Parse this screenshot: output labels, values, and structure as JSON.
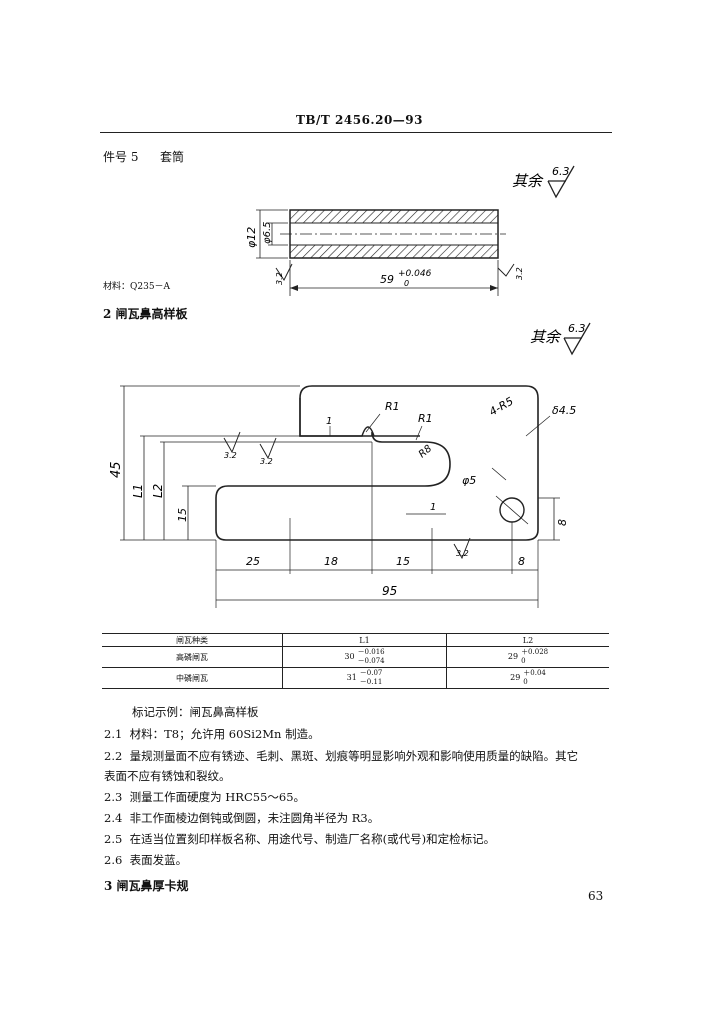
{
  "header": {
    "standard_code": "TB/T 2456.20—93"
  },
  "part5": {
    "part_no": "件号 5",
    "part_name": "套筒",
    "surface_note": "其余",
    "roughness_main": "6.3",
    "material": "材料：Q235－A",
    "dims": {
      "outer_dia": "φ12",
      "inner_dia": "φ6.5",
      "length": "59",
      "length_tol": "+0.046",
      "length_tol_low": "0",
      "end_roughness": "3.2"
    }
  },
  "section2": {
    "title": "2  闸瓦鼻高样板",
    "surface_note": "其余",
    "roughness_main": "6.3",
    "dims": {
      "r_corner": "4-R5",
      "thickness": "δ4.5",
      "r1a": "R1",
      "r1b": "R1",
      "r8": "R8",
      "hole": "φ5",
      "one_a": "1",
      "one_b": "1",
      "h45": "45",
      "l1": "L1",
      "l2": "L2",
      "h15": "15",
      "h8": "8",
      "w25": "25",
      "w18": "18",
      "w15": "15",
      "w8": "8",
      "w95": "95",
      "ra1": "3.2",
      "ra2": "3.2",
      "ra3": "3.2"
    },
    "table": {
      "headers": [
        "闸瓦种类",
        "L1",
        "L2"
      ],
      "rows": [
        {
          "type": "高磷闸瓦",
          "l1_base": "30",
          "l1_up": "－0.016",
          "l1_low": "－0.074",
          "l2_base": "29",
          "l2_up": "＋0.028",
          "l2_low": "0"
        },
        {
          "type": "中磷闸瓦",
          "l1_base": "31",
          "l1_up": "－0.07",
          "l1_low": "－0.11",
          "l2_base": "29",
          "l2_up": "＋0.04",
          "l2_low": "0"
        }
      ]
    },
    "marking_example": "标记示例：闸瓦鼻高样板",
    "items": [
      {
        "num": "2.1",
        "text": "材料：T8；允许用 60Si2Mn 制造。"
      },
      {
        "num": "2.2",
        "text": "量规测量面不应有锈迹、毛刺、黑斑、划痕等明显影响外观和影响使用质量的缺陷。其它"
      },
      {
        "num": "",
        "text": "表面不应有锈蚀和裂纹。"
      },
      {
        "num": "2.3",
        "text": "测量工作面硬度为 HRC55～65。"
      },
      {
        "num": "2.4",
        "text": "非工作面棱边倒钝或倒圆，未注圆角半径为 R3。"
      },
      {
        "num": "2.5",
        "text": "在适当位置刻印样板名称、用途代号、制造厂名称(或代号)和定检标记。"
      },
      {
        "num": "2.6",
        "text": "表面发蓝。"
      }
    ]
  },
  "section3": {
    "title": "3  闸瓦鼻厚卡规"
  },
  "page_number": "63"
}
